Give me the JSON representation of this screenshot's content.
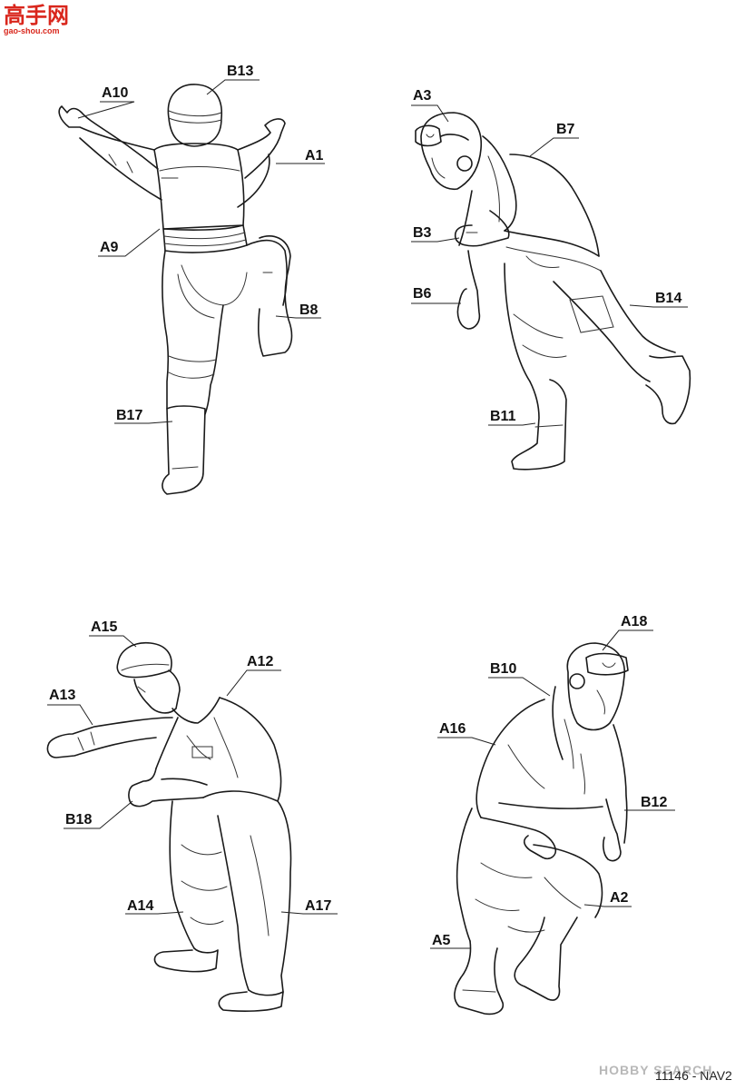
{
  "logo": {
    "chars": "高手网",
    "url_text": "gao-shou.com"
  },
  "watermark": "HOBBY SEARCH",
  "code": "11146 - NAV2",
  "labels": {
    "A10": "A10",
    "B13": "B13",
    "A1": "A1",
    "A9": "A9",
    "B8": "B8",
    "B17": "B17",
    "A3": "A3",
    "B7": "B7",
    "B3": "B3",
    "B6": "B6",
    "B14": "B14",
    "B11": "B11",
    "A15": "A15",
    "A12": "A12",
    "A13": "A13",
    "B18": "B18",
    "A14": "A14",
    "A17": "A17",
    "A18": "A18",
    "B10": "B10",
    "A16": "A16",
    "B12": "B12",
    "A2": "A2",
    "A5": "A5"
  },
  "colors": {
    "logo_red": "#d9261c",
    "line": "#1a1a1a"
  }
}
